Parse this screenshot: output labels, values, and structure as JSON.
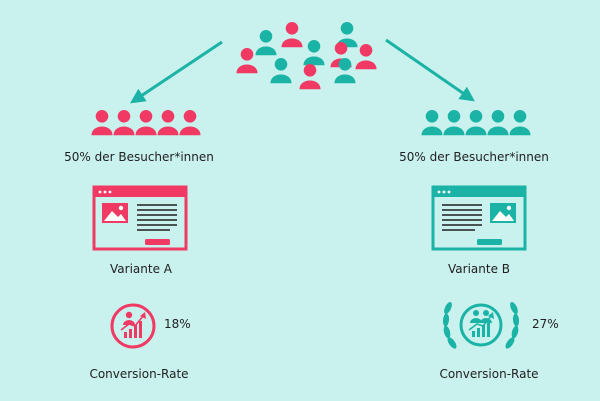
{
  "colors": {
    "background": "#c9f1ee",
    "variant_a": "#f03a64",
    "variant_b": "#1bb3a5",
    "text": "#1f1f1f"
  },
  "icons": {
    "crowd": "crowd-icon",
    "group": "people-group-icon",
    "page": "webpage-mockup-icon",
    "conversion": "growth-chart-badge-icon",
    "laurel": "laurel-wreath-icon",
    "arrow": "arrow-icon"
  },
  "left": {
    "visitors_label": "50% der Besucher*innen",
    "variant_label": "Variante A",
    "conversion_value": "18%",
    "conversion_label": "Conversion-Rate"
  },
  "right": {
    "visitors_label": "50% der Besucher*innen",
    "variant_label": "Variante B",
    "conversion_value": "27%",
    "conversion_label": "Conversion-Rate"
  }
}
